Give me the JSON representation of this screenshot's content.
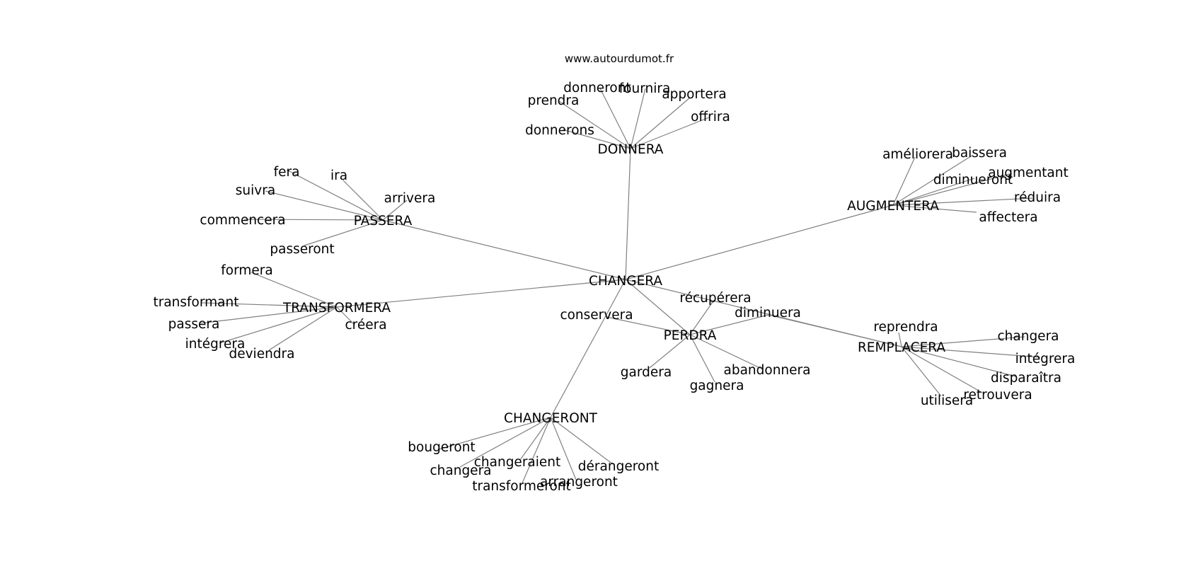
{
  "watermark": "www.autourdumot.fr",
  "graph": {
    "center": "CHANGERA",
    "hubs": [
      {
        "id": "passera",
        "label": "PASSERA",
        "leaves": [
          "fera",
          "ira",
          "suivra",
          "arrivera",
          "commencera",
          "passeront"
        ]
      },
      {
        "id": "donnera",
        "label": "DONNERA",
        "leaves": [
          "donneront",
          "fournira",
          "prendra",
          "apportera",
          "offrira",
          "donnerons"
        ]
      },
      {
        "id": "augmentera",
        "label": "AUGMENTERA",
        "leaves": [
          "améliorera",
          "baissera",
          "diminueront",
          "augmentant",
          "réduira",
          "affectera"
        ]
      },
      {
        "id": "transformera",
        "label": "TRANSFORMERA",
        "leaves": [
          "formera",
          "transformant",
          "passera",
          "créera",
          "intégrera",
          "deviendra"
        ]
      },
      {
        "id": "perdra",
        "label": "PERDRA",
        "leaves": [
          "récupérera",
          "diminuera",
          "conservera",
          "gardera",
          "abandonnera",
          "gagnera"
        ]
      },
      {
        "id": "remplacera",
        "label": "REMPLACERA",
        "leaves": [
          "reprendra",
          "changera",
          "intégrera",
          "disparaîtra",
          "retrouvera",
          "utilisera"
        ]
      },
      {
        "id": "changeront",
        "label": "CHANGERONT",
        "leaves": [
          "bougeront",
          "changeraient",
          "dérangeront",
          "changera",
          "arrangeront",
          "transformeront"
        ]
      }
    ],
    "extra_edges": [
      {
        "from": "diminuera",
        "to": "remplacera"
      }
    ]
  }
}
